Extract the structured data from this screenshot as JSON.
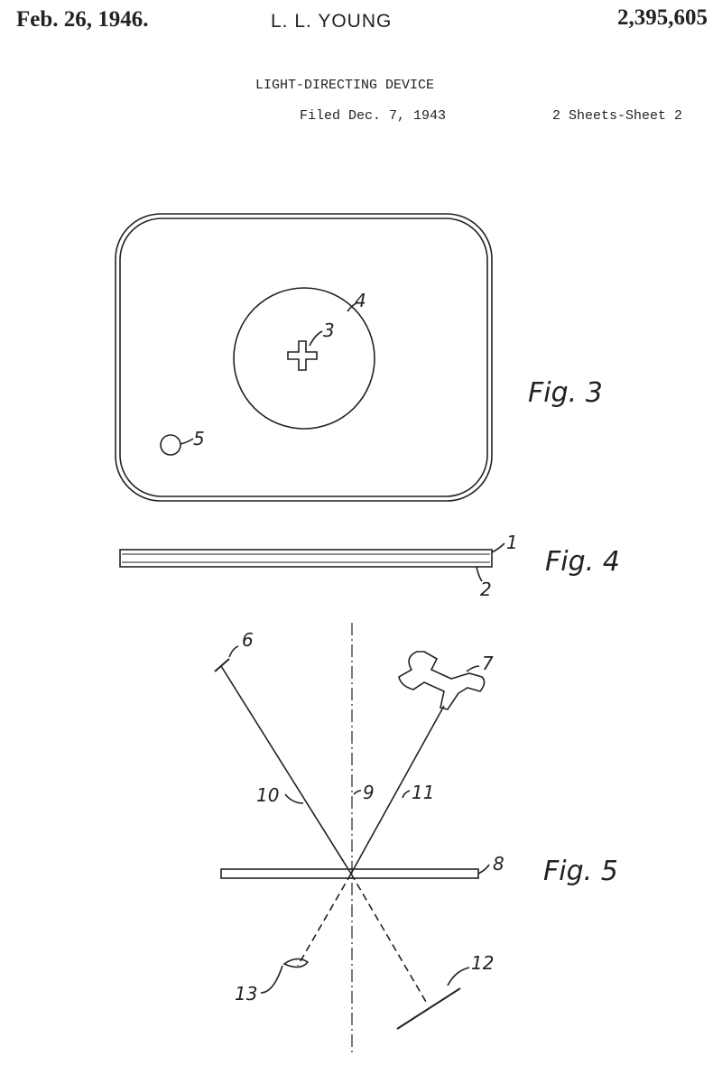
{
  "header": {
    "date": "Feb. 26, 1946.",
    "inventor": "L. L. YOUNG",
    "patent_number": "2,395,605",
    "title": "LIGHT-DIRECTING DEVICE",
    "filed": "Filed Dec. 7, 1943",
    "sheets": "2 Sheets-Sheet 2"
  },
  "figures": {
    "fig3": {
      "caption": "Fig. 3",
      "labels": [
        "3",
        "4",
        "5"
      ]
    },
    "fig4": {
      "caption": "Fig. 4",
      "labels": [
        "1",
        "2"
      ]
    },
    "fig5": {
      "caption": "Fig. 5",
      "labels": [
        "6",
        "7",
        "8",
        "9",
        "10",
        "11",
        "12",
        "13"
      ]
    }
  }
}
